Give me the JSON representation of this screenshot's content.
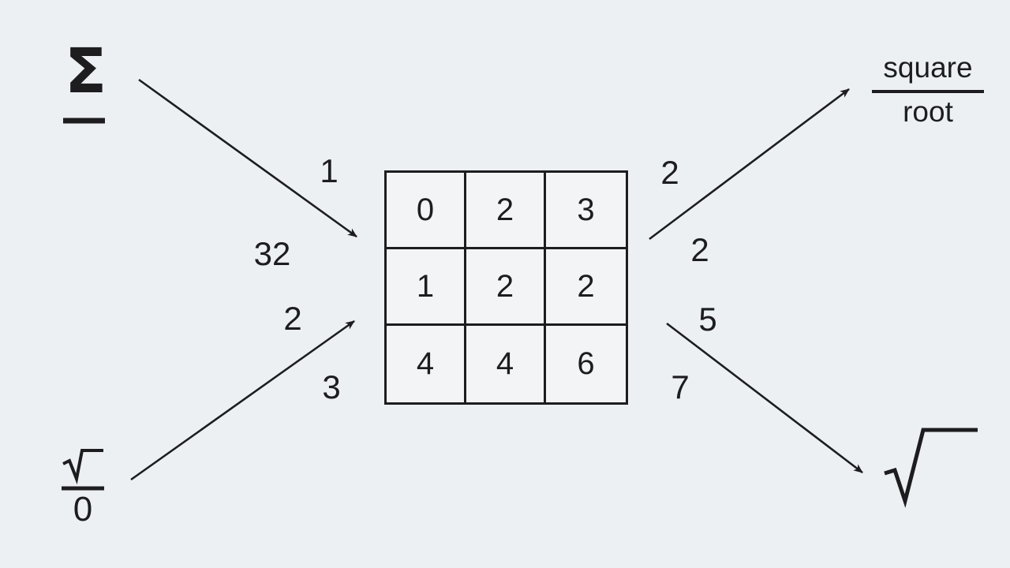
{
  "colors": {
    "background": "#edf0f3",
    "cell_background": "#f2f4f6",
    "ink": "#1d1d1f"
  },
  "nodes": {
    "sum": {
      "symbol": "Σ"
    },
    "sqrt_zero": {
      "radical": "√",
      "denominator": "0"
    },
    "square_root": {
      "line1": "square",
      "line2": "root"
    },
    "radical": {
      "symbol": "√"
    }
  },
  "grid": {
    "rows": [
      [
        "0",
        "2",
        "3"
      ],
      [
        "1",
        "2",
        "2"
      ],
      [
        "4",
        "4",
        "6"
      ]
    ]
  },
  "labels": {
    "left": [
      "1",
      "32",
      "2",
      "3"
    ],
    "right": [
      "2",
      "2",
      "5",
      "7"
    ]
  },
  "arrows": [
    {
      "from": "sum",
      "to": "grid"
    },
    {
      "from": "sqrt_zero",
      "to": "grid"
    },
    {
      "from": "grid",
      "to": "square_root"
    },
    {
      "from": "grid",
      "to": "radical"
    }
  ]
}
